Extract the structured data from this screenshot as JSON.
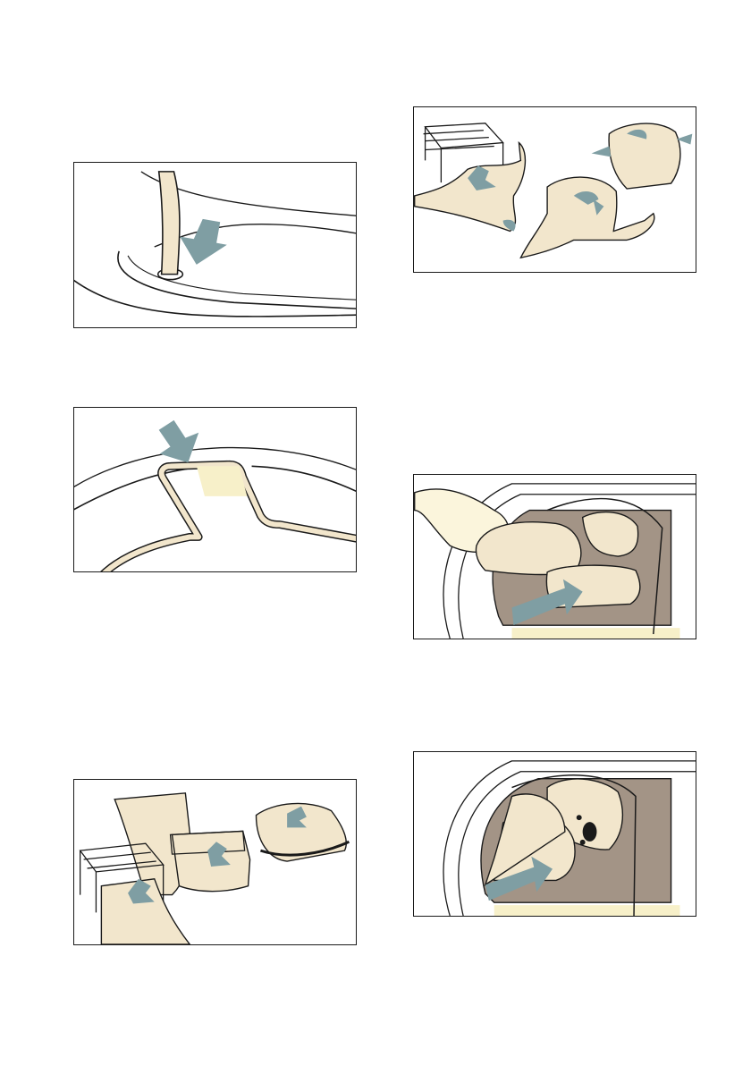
{
  "page": {
    "background": "#ffffff",
    "colors": {
      "fabric": "#f2e6cc",
      "arrow": "#7f9ea3",
      "drum": "#a39486",
      "outline": "#1a1a1a"
    }
  },
  "illustrations": [
    {
      "id": "fig-hose",
      "icon": "drain-hose-icon"
    },
    {
      "id": "fig-seal",
      "icon": "door-seal-icon"
    },
    {
      "id": "fig-basket-wrap",
      "icon": "basket-wrap-icon"
    },
    {
      "id": "fig-basket-wrap-2",
      "icon": "basket-wrap-icon"
    },
    {
      "id": "fig-load-shoes",
      "icon": "drum-loading-icon"
    },
    {
      "id": "fig-load-toy",
      "icon": "drum-loading-icon"
    }
  ]
}
